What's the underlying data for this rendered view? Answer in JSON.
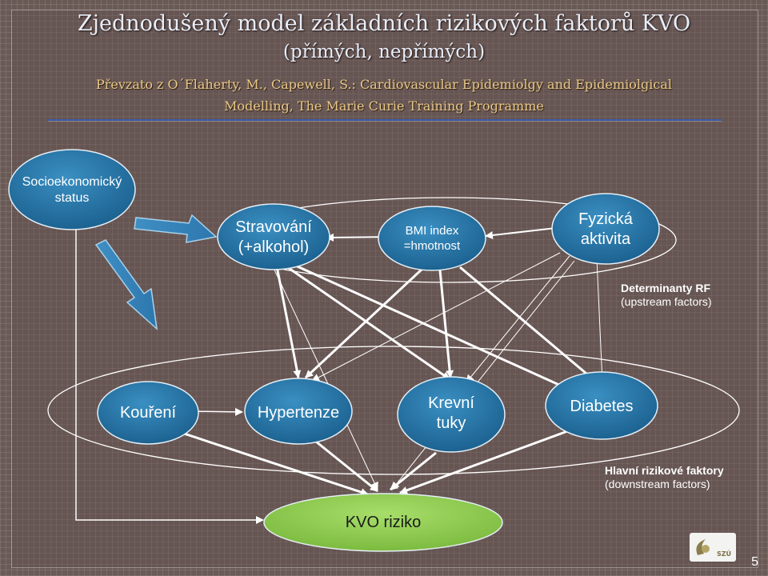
{
  "title": {
    "line1": "Zjednodušený model základních rizikových faktorů KVO",
    "line2": "(přímých, nepřímých)"
  },
  "source": {
    "line1": "Převzato z O´Flaherty, M., Capewell, S.: Cardiovascular Epidemiolgy and Epidemiolgical",
    "line2": "Modelling, The Marie Curie Training Programme"
  },
  "nodes": {
    "socio": "Socioekonomický\nstatus",
    "diet": "Stravování\n(+alkohol)",
    "bmi": "BMI index\n=hmotnost",
    "activity": "Fyzická\naktivita",
    "smoking": "Kouření",
    "hypertension": "Hypertenze",
    "lipids": "Krevní\ntuky",
    "diabetes": "Diabetes",
    "cvd": "KVO riziko"
  },
  "notes": {
    "upstream_title": "Determinanty RF",
    "upstream_sub": "(upstream factors)",
    "downstream_title": "Hlavní rizikové faktory",
    "downstream_sub": "(downstream factors)"
  },
  "logo_text": "SZÚ",
  "page_number": "5",
  "colors": {
    "node_fill": "#1f6fa0",
    "outcome_fill": "#92d050",
    "title_color": "#e8edf8",
    "source_color": "#e9c987"
  }
}
